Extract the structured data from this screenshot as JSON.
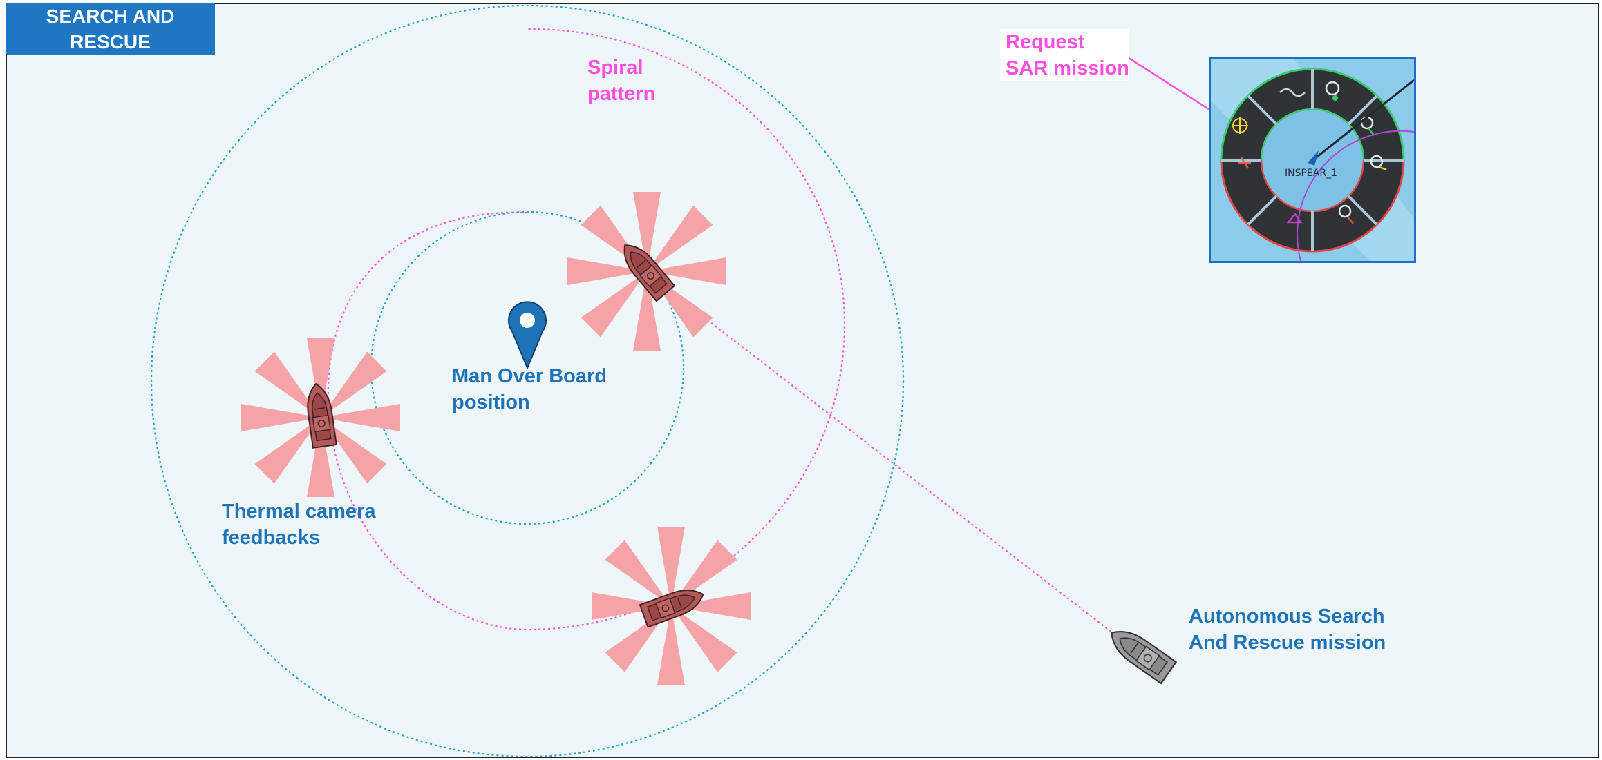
{
  "title": {
    "line1": "SEARCH AND",
    "line2": "RESCUE"
  },
  "labels": {
    "spiral": {
      "line1": "Spiral",
      "line2": "pattern"
    },
    "mob": {
      "line1": "Man Over Board",
      "line2": "position"
    },
    "thermal": {
      "line1": "Thermal camera",
      "line2": "feedbacks"
    },
    "autonomous": {
      "line1": "Autonomous Search",
      "line2": "And Rescue mission"
    },
    "request": {
      "line1": "Request",
      "line2": "SAR mission"
    }
  },
  "menu": {
    "vessel_label": "INSPEAR_1"
  },
  "colors": {
    "background": "#eef6f9",
    "title_fill": "#1f77c4",
    "label_blue": "#1f73b7",
    "label_pink": "#ff4fe0",
    "search_circle": "#1aa3c9",
    "spiral_path": "#ff4fe0",
    "thermal_sector": "#f4a3a6",
    "boat_active": "#b45858",
    "boat_idle": "#9a9a9a"
  },
  "icons": [
    "location-pin-icon",
    "boat-icon",
    "thermal-sector-icon",
    "radial-menu-icon",
    "arrow-icon"
  ]
}
